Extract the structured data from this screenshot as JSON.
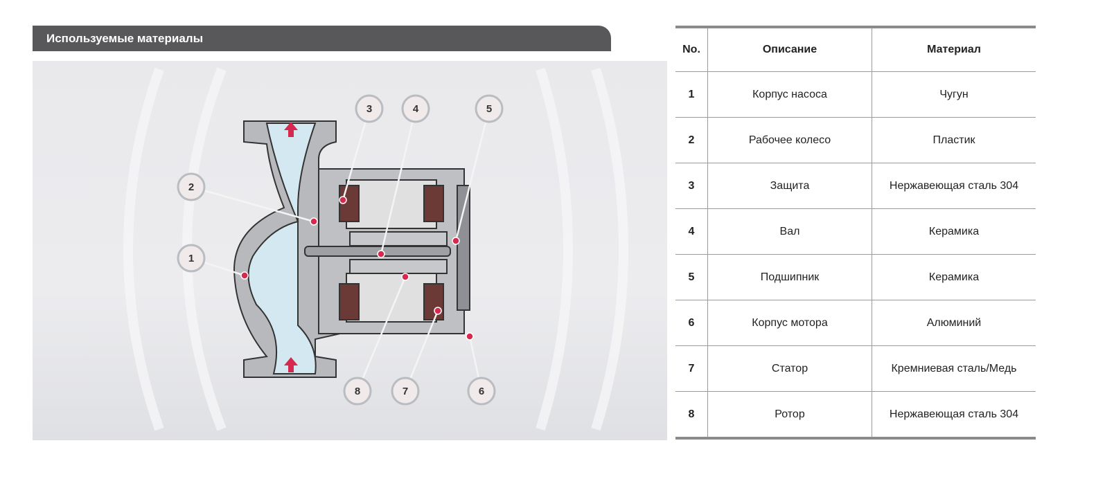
{
  "section_title": "Используемые материалы",
  "callouts": [
    "1",
    "2",
    "3",
    "4",
    "5",
    "6",
    "7",
    "8"
  ],
  "table": {
    "headers": [
      "No.",
      "Описание",
      "Материал"
    ],
    "rows": [
      [
        "1",
        "Корпус насоса",
        "Чугун"
      ],
      [
        "2",
        "Рабочее колесо",
        "Пластик"
      ],
      [
        "3",
        "Защита",
        "Нержавеющая сталь 304"
      ],
      [
        "4",
        "Вал",
        "Керамика"
      ],
      [
        "5",
        "Подшипник",
        "Керамика"
      ],
      [
        "6",
        "Корпус мотора",
        "Алюминий"
      ],
      [
        "7",
        "Статор",
        "Кремниевая сталь/Медь"
      ],
      [
        "8",
        "Ротор",
        "Нержавеющая сталь 304"
      ]
    ]
  },
  "colors": {
    "header_bar": "#58585a",
    "marker": "#d6294f",
    "water": "#d4e8f2"
  }
}
